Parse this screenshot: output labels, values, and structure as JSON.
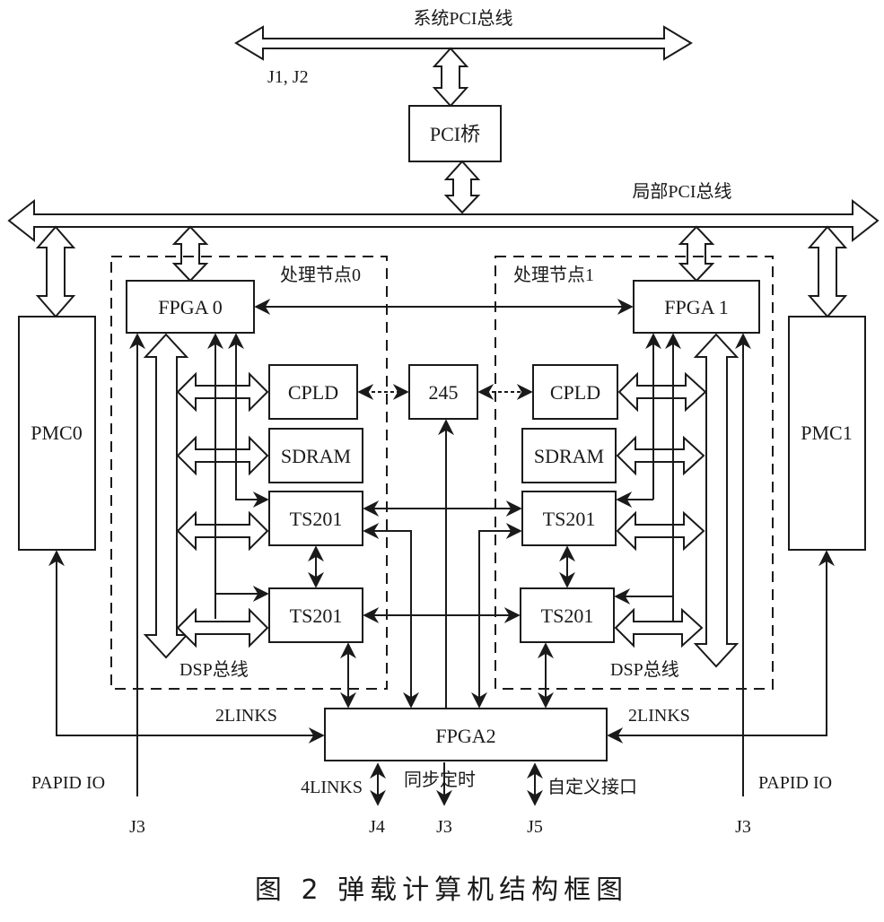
{
  "diagram": {
    "caption": "图 2   弹载计算机结构框图",
    "buses": {
      "system_pci": "系统PCI总线",
      "system_pci_connector": "J1, J2",
      "local_pci": "局部PCI总线"
    },
    "blocks": {
      "pci_bridge": "PCI桥",
      "fpga0": "FPGA 0",
      "fpga1": "FPGA 1",
      "fpga2": "FPGA2",
      "pmc0": "PMC0",
      "pmc1": "PMC1",
      "buf245": "245",
      "cpld0": "CPLD",
      "cpld1": "CPLD",
      "sdram0": "SDRAM",
      "sdram1": "SDRAM",
      "ts201_0a": "TS201",
      "ts201_0b": "TS201",
      "ts201_1a": "TS201",
      "ts201_1b": "TS201"
    },
    "groups": {
      "node0": "处理节点0",
      "node1": "处理节点1",
      "dsp_bus0": "DSP总线",
      "dsp_bus1": "DSP总线"
    },
    "links": {
      "links2_left": "2LINKS",
      "links2_right": "2LINKS",
      "links4": "4LINKS",
      "sync_timing": "同步定时",
      "custom_interface": "自定义接口",
      "rapid_io_left": "PAPID IO",
      "rapid_io_right": "PAPID IO"
    },
    "connectors": {
      "j3_left": "J3",
      "j4": "J4",
      "j3_center": "J3",
      "j5": "J5",
      "j3_right": "J3"
    }
  }
}
